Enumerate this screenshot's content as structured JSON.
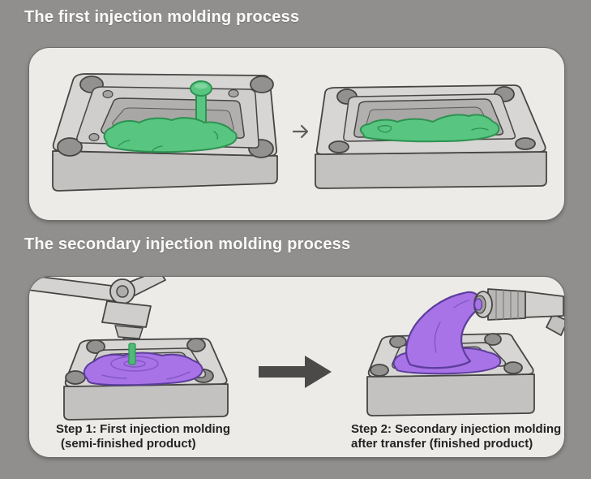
{
  "page": {
    "background_color": "#908f8d"
  },
  "colors": {
    "panel_background": "#ecebe8",
    "title_text": "#fafaf9",
    "caption_text": "#232323",
    "green_material": "#58c680",
    "green_material_outline": "#2e9152",
    "green_stream": "#4cbb77",
    "purple_material": "#a873e6",
    "purple_material_outline": "#5c3d9c",
    "mold_top_face": "#d7d6d4",
    "mold_front_face": "#c3c2c0",
    "mold_cavity": "#b1b0ae",
    "transfer_arrow": "#4b4a48"
  },
  "first_process": {
    "title": "The first injection molding process",
    "step_arrow_icon": "→"
  },
  "secondary_process": {
    "title": "The secondary injection molding process",
    "transfer_arrow_icon": "➡",
    "step1_caption_line1": "Step 1: First injection molding",
    "step1_caption_line2": "(semi-finished product)",
    "step2_caption_line1": "Step 2: Secondary injection molding",
    "step2_caption_line2": "after transfer (finished product)"
  }
}
